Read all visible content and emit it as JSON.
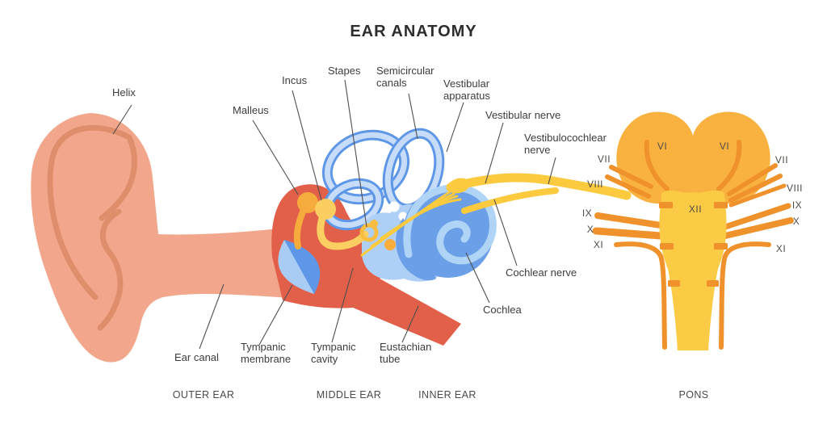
{
  "title": "EAR ANATOMY",
  "labels": {
    "helix": "Helix",
    "malleus": "Malleus",
    "incus": "Incus",
    "stapes": "Stapes",
    "semicircular_canals": "Semicircular canals",
    "vestibular_apparatus": "Vestibular apparatus",
    "vestibular_nerve": "Vestibular nerve",
    "vestibulocochlear_nerve": "Vestibulocochlear nerve",
    "cochlear_nerve": "Cochlear nerve",
    "cochlea": "Cochlea",
    "ear_canal": "Ear canal",
    "tympanic_membrane": "Tympanic membrane",
    "tympanic_cavity": "Tympanic cavity",
    "eustachian_tube": "Eustachian tube"
  },
  "sections": {
    "outer_ear": "OUTER EAR",
    "middle_ear": "MIDDLE EAR",
    "inner_ear": "INNER EAR",
    "pons": "PONS"
  },
  "cranial_nerves": {
    "pons_left": "VI",
    "pons_right": "VI",
    "hypoglossal": "XII",
    "left": [
      "VII",
      "VIII",
      "IX",
      "X",
      "XI"
    ],
    "right": [
      "VII",
      "VIII",
      "IX",
      "X",
      "XI"
    ]
  },
  "colors": {
    "outer_ear": "#F2A78C",
    "ear_fold": "#DF8E6B",
    "middle_ear": "#E2604A",
    "tympanic_membrane_light": "#A8CCF4",
    "tympanic_membrane_dark": "#5E96E8",
    "ossicle_dark": "#F6AC3C",
    "ossicle_light": "#FBCE62",
    "canal_outline": "#5E97E8",
    "canal_fill": "#C6DCF8",
    "vestibule": "#AFD0F6",
    "cochlea": "#6B9FE8",
    "cochlea_spiral": "#AFD4F6",
    "nerve_yellow": "#FBCA3E",
    "pons": "#F9B13F",
    "medulla": "#FCCB45",
    "nerve_orange": "#F0922B",
    "label_text": "#3D3D3D",
    "leader_line": "#4F4F4F"
  }
}
